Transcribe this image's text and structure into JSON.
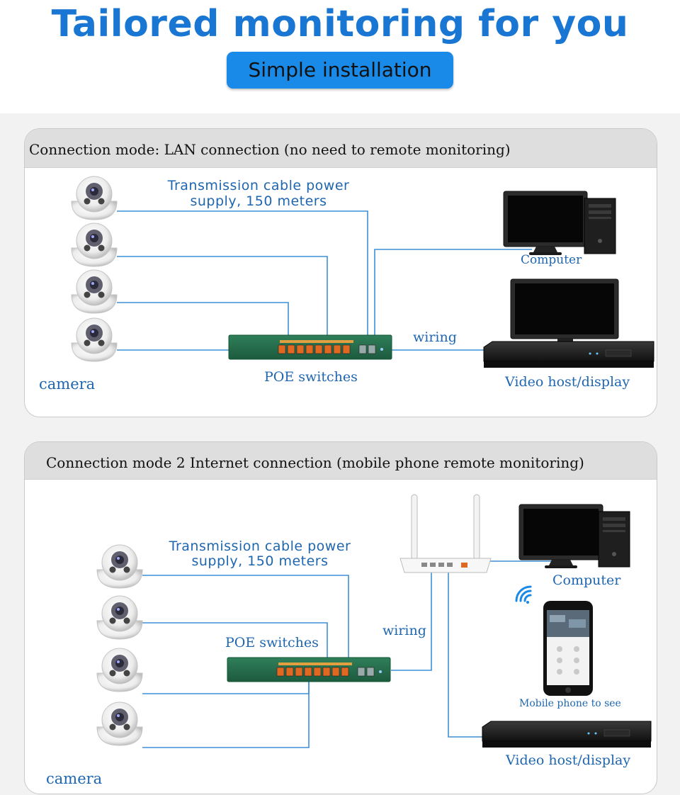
{
  "header": {
    "title": "Tailored monitoring for you",
    "pill_label": "Simple installation"
  },
  "mode1": {
    "heading": "Connection mode: LAN connection (no need to remote monitoring)",
    "cable_line1": "Transmission cable power",
    "cable_line2": "supply, 150 meters",
    "camera_label": "camera",
    "switch_label": "POE switches",
    "wiring_label": "wiring",
    "computer_label": "Computer",
    "video_label": "Video host/display"
  },
  "mode2": {
    "heading": "Connection mode 2 Internet connection (mobile phone remote monitoring)",
    "cable_line1": "Transmission cable power",
    "cable_line2": "supply, 150 meters",
    "camera_label": "camera",
    "switch_label": "POE switches",
    "wiring_label": "wiring",
    "computer_label": "Computer",
    "phone_label": "Mobile phone to see",
    "video_label": "Video host/display"
  },
  "colors": {
    "title_blue": "#1976d2",
    "pill_blue": "#1a8ae8",
    "line_blue": "#3d8fd6",
    "label_blue": "#1e66b0"
  },
  "icons": [
    "dome-camera-icon",
    "poe-switch-icon",
    "monitor-icon",
    "pc-tower-icon",
    "nvr-recorder-icon",
    "router-icon",
    "wifi-icon",
    "smartphone-icon"
  ]
}
